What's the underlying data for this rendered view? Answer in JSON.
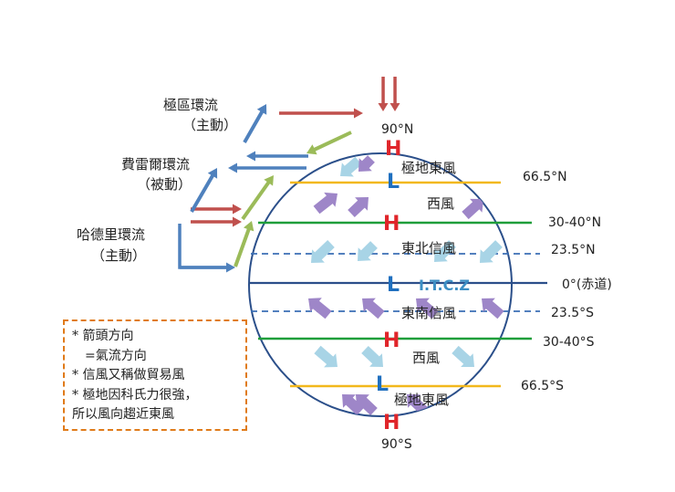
{
  "cells": {
    "polar": {
      "name": "極區環流",
      "type": "（主動）",
      "color": "#c0504d"
    },
    "ferrel": {
      "name": "費雷爾環流",
      "type": "（被動）",
      "color": "#4f81bd"
    },
    "hadley": {
      "name": "哈德里環流",
      "type": "（主動）",
      "color": "#9bbb59"
    }
  },
  "colors": {
    "high": "#e0252a",
    "low": "#1f6fbf",
    "yellow_line": "#f2b81c",
    "green_line": "#1f9e3a",
    "dashed_line": "#3b6fb5",
    "equator_line": "#2b4f8a",
    "wind_purple": "#9e86c8",
    "wind_lightblue": "#a8d4e6",
    "itcz": "#3d8fc4"
  },
  "latitudes": {
    "n90": "90°N",
    "n66": "66.5°N",
    "n30": "30-40°N",
    "n23": "23.5°N",
    "eq": "0°(赤道)",
    "s23": "23.5°S",
    "s30": "30-40°S",
    "s66": "66.5°S",
    "s90": "90°S"
  },
  "winds": {
    "polar_east_n": "極地東風",
    "west_n": "西風",
    "ne_trade": "東北信風",
    "itcz": "I.T.C.Z",
    "se_trade": "東南信風",
    "west_s": "西風",
    "polar_east_s": "極地東風"
  },
  "pressure": {
    "high": "H",
    "low": "L"
  },
  "notes": [
    "* 箭頭方向",
    "=氣流方向",
    "* 信風又稱做貿易風",
    "* 極地因科氏力很強，",
    "所以風向趨近東風"
  ]
}
